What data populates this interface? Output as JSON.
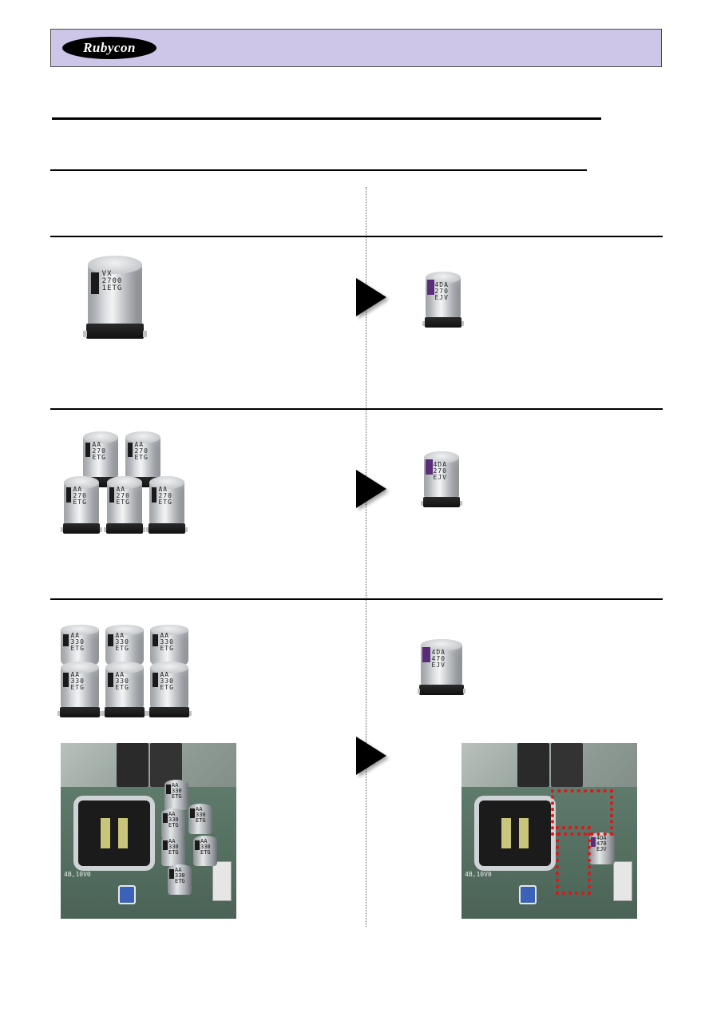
{
  "header": {
    "logo_text": "Rubycon",
    "background": "#cdc6e8"
  },
  "rows": [
    {
      "left_caps": [
        {
          "mark": "VX\n2700\n1ETG",
          "band": "black"
        }
      ],
      "right_caps": [
        {
          "mark": "4DA\n270\nEJV",
          "band": "purple"
        }
      ]
    },
    {
      "left_caps": [
        {
          "mark": "AA\n270\nETG"
        },
        {
          "mark": "AA\n270\nETG"
        },
        {
          "mark": "AA\n270\nETG"
        },
        {
          "mark": "AA\n270\nETG"
        },
        {
          "mark": "AA\n270\nETG"
        }
      ],
      "right_caps": [
        {
          "mark": "4DA\n270\nEJV",
          "band": "purple"
        }
      ]
    },
    {
      "left_caps": [
        {
          "mark": "AA\n330\nETG"
        },
        {
          "mark": "AA\n330\nETG"
        },
        {
          "mark": "AA\n330\nETG"
        },
        {
          "mark": "AA\n330\nETG"
        },
        {
          "mark": "AA\n330\nETG"
        },
        {
          "mark": "AA\n330\nETG"
        }
      ],
      "right_caps": [
        {
          "mark": "4DA\n470\nEJV",
          "band": "purple"
        }
      ],
      "left_photo": {
        "board_text": "4B,10V0",
        "caps": [
          "AA\n330\nETG",
          "AA\n330\nETG",
          "AA\n330\nETG",
          "AA\n330\nETG",
          "AA\n330\nETG",
          "AA\n330\nETG"
        ]
      },
      "right_photo": {
        "board_text": "4B,10V0",
        "caps": [
          "4DA\n470\nEJV"
        ],
        "highlight_color": "#e01515"
      }
    }
  ],
  "colors": {
    "accent_purple": "#5a2d7a",
    "highlight_red": "#e01515"
  }
}
